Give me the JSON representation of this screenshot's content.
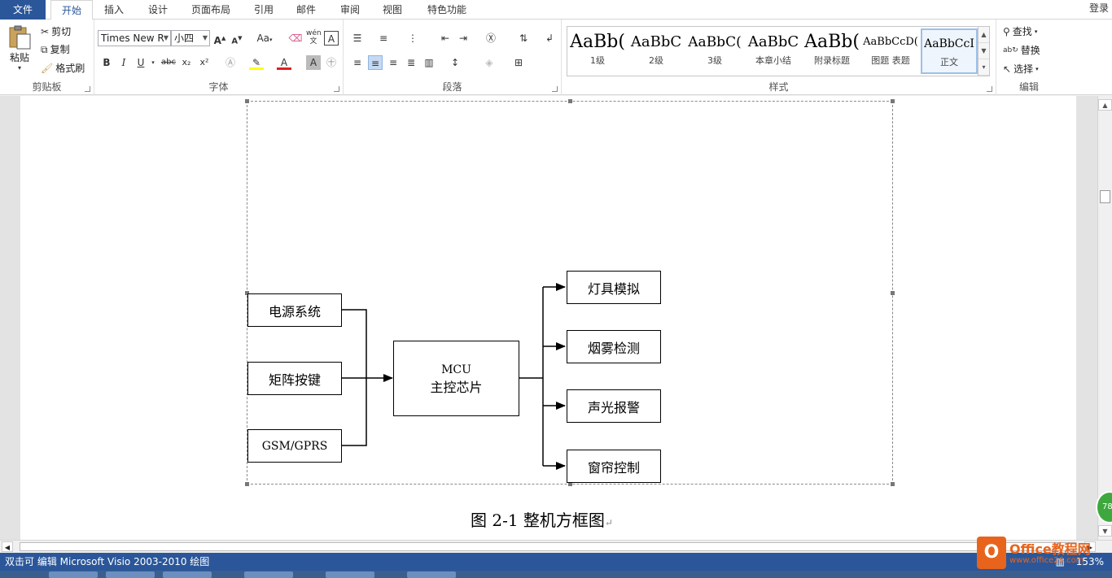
{
  "tabs": {
    "file": "文件",
    "items": [
      "开始",
      "插入",
      "设计",
      "页面布局",
      "引用",
      "邮件",
      "审阅",
      "视图",
      "特色功能"
    ],
    "active_index": 0,
    "login": "登录"
  },
  "ribbon": {
    "clipboard": {
      "label": "剪贴板",
      "paste": "粘贴",
      "cut": "剪切",
      "copy": "复制",
      "format_painter": "格式刷"
    },
    "font": {
      "label": "字体",
      "font_name": "Times New R",
      "font_size": "小四",
      "aa_label": "Aa",
      "phonetic": "wén"
    },
    "paragraph": {
      "label": "段落"
    },
    "styles": {
      "label": "样式",
      "items": [
        {
          "preview": "AaBb(",
          "name": "1级"
        },
        {
          "preview": "AaBbC",
          "name": "2级"
        },
        {
          "preview": "AaBbC(",
          "name": "3级"
        },
        {
          "preview": "AaBbC",
          "name": "本章小结"
        },
        {
          "preview": "AaBb(",
          "name": "附录标题"
        },
        {
          "preview": "AaBbCcD(",
          "name": "图题 表题"
        },
        {
          "preview": "AaBbCcI",
          "name": "正文"
        }
      ],
      "selected_index": 6
    },
    "editing": {
      "label": "编辑",
      "find": "查找",
      "replace": "替换",
      "select": "选择"
    }
  },
  "diagram": {
    "inputs": [
      "电源系统",
      "矩阵按键",
      "GSM/GPRS"
    ],
    "mcu_line1": "MCU",
    "mcu_line2": "主控芯片",
    "outputs": [
      "灯具模拟",
      "烟雾检测",
      "声光报警",
      "窗帘控制"
    ],
    "caption": "图 2-1  整机方框图"
  },
  "status": {
    "text": "双击可 编辑 Microsoft Visio 2003-2010 绘图",
    "zoom": "153%"
  },
  "watermark": {
    "brand": "Office教程网",
    "url": "www.office26.com"
  },
  "badge": "78",
  "colors": {
    "accent": "#2b579a",
    "watermark": "#e8641c",
    "badge": "#3ea83e"
  }
}
